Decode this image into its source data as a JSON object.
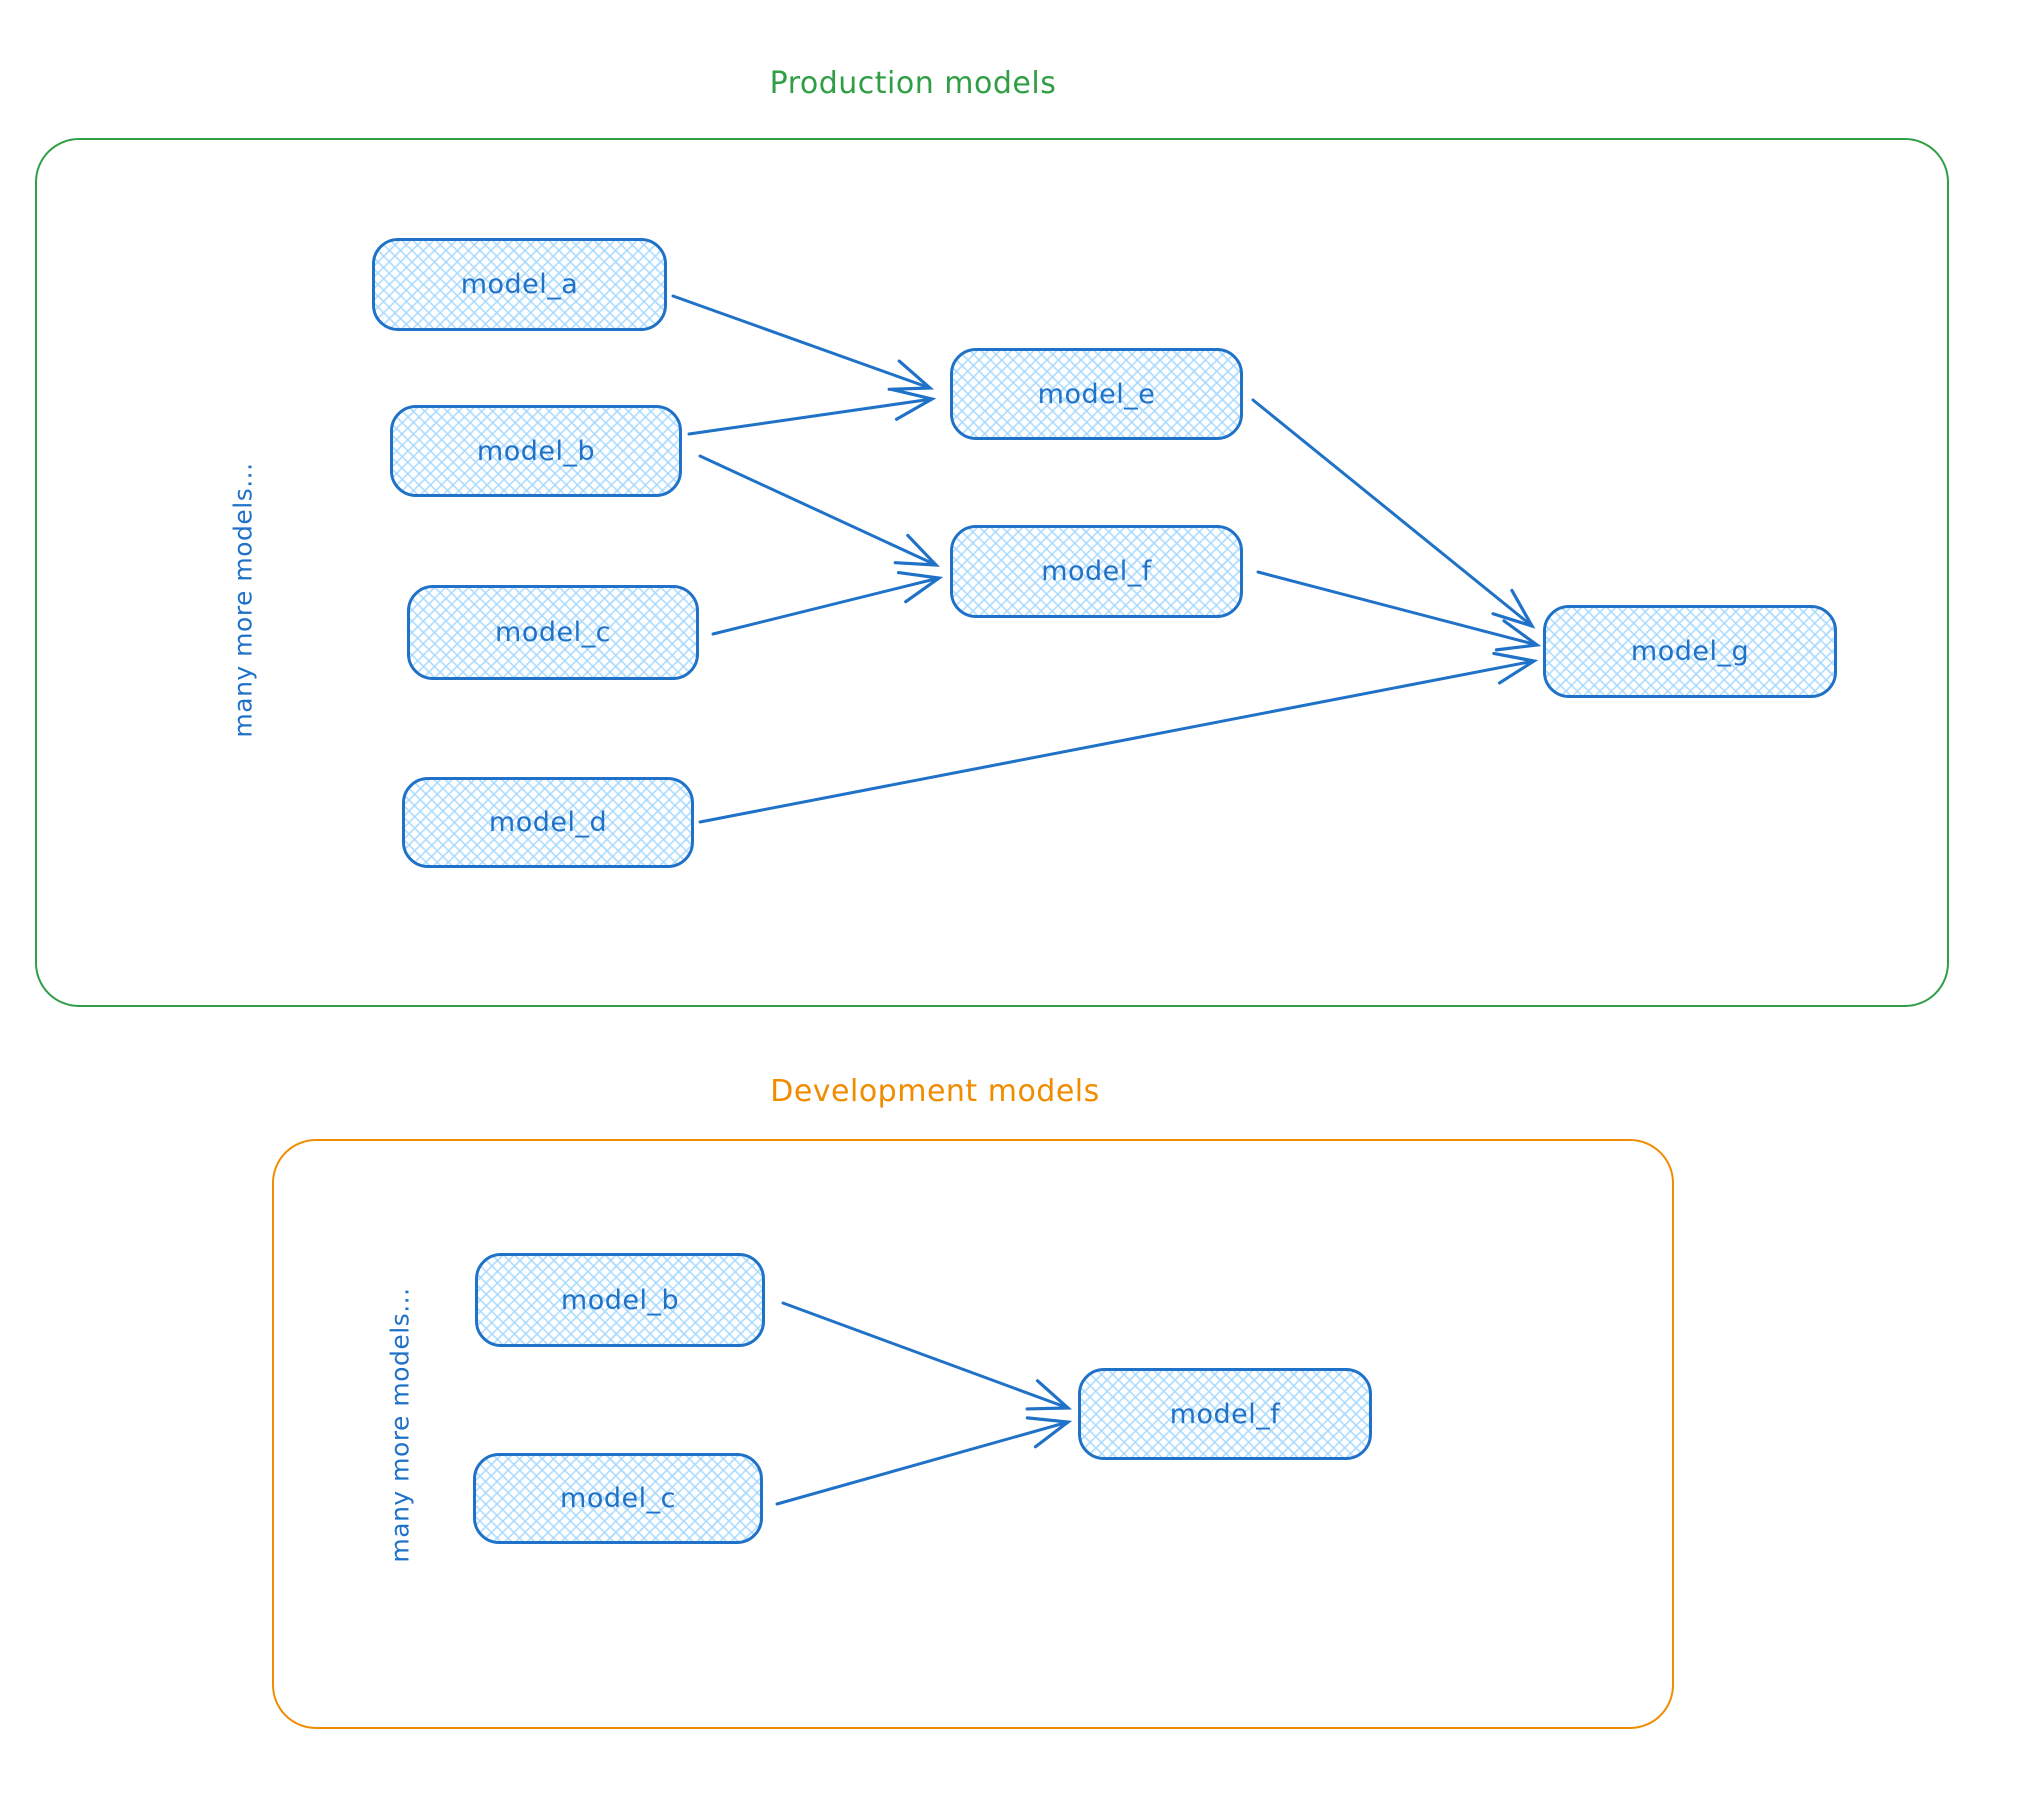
{
  "diagram": {
    "style": "excalidraw-hand-drawn",
    "colors": {
      "node_stroke": "#1f72c7",
      "node_fill": "#a5d8ff",
      "production_frame": "#2f9e44",
      "development_frame": "#f08c00",
      "background": "#ffffff"
    },
    "production": {
      "title": "Production models",
      "side_label": "many more models...",
      "nodes": [
        {
          "id": "model_a",
          "label": "model_a"
        },
        {
          "id": "model_b",
          "label": "model_b"
        },
        {
          "id": "model_c",
          "label": "model_c"
        },
        {
          "id": "model_d",
          "label": "model_d"
        },
        {
          "id": "model_e",
          "label": "model_e"
        },
        {
          "id": "model_f",
          "label": "model_f"
        },
        {
          "id": "model_g",
          "label": "model_g"
        }
      ],
      "edges": [
        {
          "from": "model_a",
          "to": "model_e"
        },
        {
          "from": "model_b",
          "to": "model_e"
        },
        {
          "from": "model_b",
          "to": "model_f"
        },
        {
          "from": "model_c",
          "to": "model_f"
        },
        {
          "from": "model_e",
          "to": "model_g"
        },
        {
          "from": "model_f",
          "to": "model_g"
        },
        {
          "from": "model_d",
          "to": "model_g"
        }
      ]
    },
    "development": {
      "title": "Development models",
      "side_label": "many more models...",
      "nodes": [
        {
          "id": "model_b",
          "label": "model_b"
        },
        {
          "id": "model_c",
          "label": "model_c"
        },
        {
          "id": "model_f",
          "label": "model_f"
        }
      ],
      "edges": [
        {
          "from": "model_b",
          "to": "model_f"
        },
        {
          "from": "model_c",
          "to": "model_f"
        }
      ]
    }
  }
}
